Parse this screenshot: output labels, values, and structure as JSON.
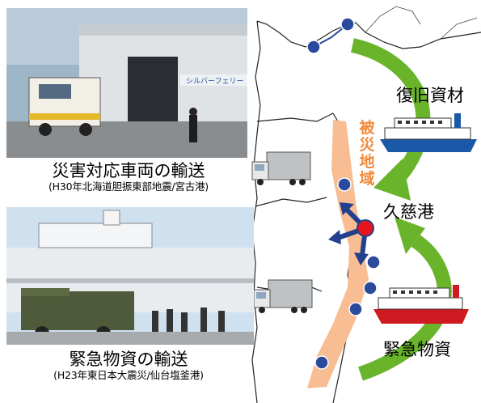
{
  "photos": [
    {
      "caption_title": "災害対応車両の輸送",
      "caption_sub": "(H30年北海道胆振東部地震/宮古港)"
    },
    {
      "caption_title": "緊急物資の輸送",
      "caption_sub": "(H23年東日本大震災/仙台塩釜港)"
    }
  ],
  "photo_texts": {
    "ferry_lettering": "シルバーフェリー"
  },
  "map": {
    "disaster_label": "被災地域",
    "port_label": "久慈港",
    "recovery_label": "復旧資材",
    "emergency_label": "緊急物資"
  },
  "colors": {
    "route_arrow": "#6ab42c",
    "disaster_zone": "#f8bd92",
    "port_node": "#e8141c",
    "network_node": "#2a4a9c",
    "network_arrow": "#22408e"
  },
  "icons": [
    "truck-icon",
    "truck-icon",
    "ferry-icon",
    "ferry-icon"
  ]
}
